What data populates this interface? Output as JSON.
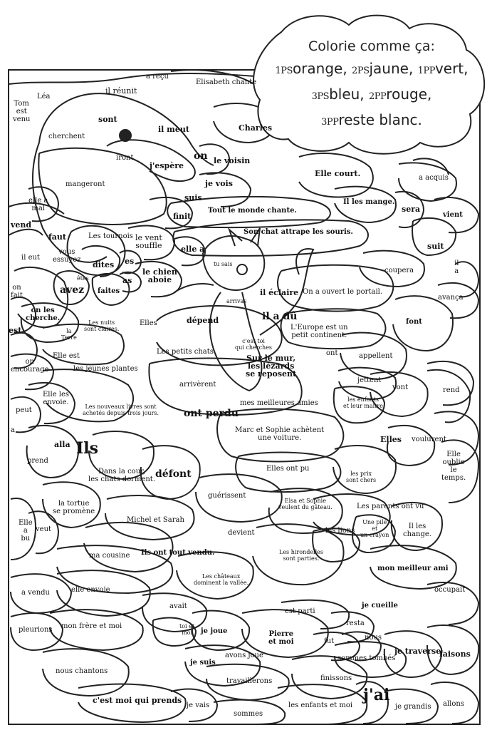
{
  "legend": {
    "instruction": "Colorie comme ça:",
    "rows": [
      [
        {
          "code": "1PS",
          "color": "orange,"
        },
        {
          "code": "2PS",
          "color": "jaune,"
        },
        {
          "code": "1PP",
          "color": "vert,"
        }
      ],
      [
        {
          "code": "3PS",
          "color": "bleu,"
        },
        {
          "code": "2PP",
          "color": "rouge,"
        }
      ],
      [
        {
          "code": "3PP",
          "color": "reste blanc."
        }
      ]
    ]
  },
  "words": {
    "w1": "a reçu",
    "w2": "Elisabeth chante",
    "w3": "il réunit",
    "w4": "Léa",
    "w5": "Tom\nest\nvenu",
    "w6": "sont",
    "w7": "il meut",
    "w8": "Charles",
    "w9": "cherchent",
    "w10": "iront",
    "w11": "j'espère",
    "w12": "on",
    "w13": "le voisin",
    "w14": "mangeront",
    "w15": "je vois",
    "w16": "Elle court.",
    "w17": "a acquis",
    "w18": "elle a\nmal",
    "w19": "suis",
    "w20": "Il les mange.",
    "w21": "sera",
    "w22": "finit",
    "w23": "Tout le monde chante.",
    "w24": "vient",
    "w25": "vend",
    "w26": "faut",
    "w27": "Les tournois",
    "w28": "le vent\nsouffle",
    "w29": "Son chat attrape les souris.",
    "w30": "suit",
    "w31": "il eut",
    "w32": "vous\nessuyez",
    "w33": "dites",
    "w34": "es",
    "w35": "elle a",
    "w36": "tu sais",
    "w37": "coupera",
    "w38": "il\na",
    "w39": "êtes",
    "w40": "le chien\naboie",
    "w41": "on\nfait",
    "w42": "avez",
    "w43": "faites",
    "w44": "as",
    "w45": "il éclaire",
    "w46": "On a ouvert le portail.",
    "w47": "avança",
    "w48": "arrivas",
    "w49": "on les\ncherche.",
    "w50": "Les nuits\nsont claires.",
    "w51": "Elles",
    "w52": "dépend",
    "w53": "il a dû",
    "w54": "font",
    "w55": "est",
    "w56": "la\nTerre",
    "w57": "L'Europe est un\npetit continent.",
    "w58": "c'est toi\nqui cherches",
    "w59": "Elle est",
    "w60": "Les petits chats",
    "w61": "ont",
    "w62": "appellent",
    "w63": "on\nencourage",
    "w64": "les jeunes plantes",
    "w65": "Sur le mur,\nles lézards\nse reposent",
    "w66": "jettent",
    "w67": "arrivèrent",
    "w68": "vont",
    "w69": "rend",
    "w70": "Elle les\nenvoie.",
    "w71": "Les nouveaux livres sont\nachetés depuis trois jours.",
    "w72": "mes meilleures amies",
    "w73": "les enfants\net leur maître",
    "w74": "peut",
    "w75": "ont perdu",
    "w76": "a",
    "w77": "Marc et Sophie achètent\nune voiture.",
    "w78": "Elles",
    "w79": "voulurent",
    "w80": "alla",
    "w81": "Ils",
    "w82": "Elle\noublie\nle\ntemps.",
    "w83": "prend",
    "w84": "Dans la cour,\nles chats dorment.",
    "w85": "défont",
    "w86": "Elles ont pu",
    "w87": "les prix\nsont chers",
    "w88": "guérissent",
    "w89": "la tortue\nse promène",
    "w90": "Elsa et Sophie\nveulent du gâteau.",
    "w91": "Les parents ont vu",
    "w92": "Elle\na\nbu",
    "w93": "veut",
    "w94": "Michel et Sarah",
    "w95": "Une pile\net\nun crayon",
    "w96": "les lions",
    "w97": "Il les\nchange.",
    "w98": "devient",
    "w99": "ma cousine",
    "w100": "Ils ont tout vendu.",
    "w101": "Les hirondelles\nsont parties.",
    "w102": "mon meilleur ami",
    "w103": "Les châteaux\ndominent la vallée.",
    "w104": "a vendu",
    "w105": "elle envoie",
    "w106": "occupait",
    "w107": "avait",
    "w108": "est parti",
    "w109": "je cueille",
    "w110": "pleurions",
    "w111": "mon frère et moi",
    "w112": "toi et\nmoi",
    "w113": "je joue",
    "w114": "resta",
    "w115": "Pierre\net moi",
    "w116": "nous",
    "w117": "fut",
    "w118": "sommes tombés",
    "w119": "je traverse",
    "w120": "faisons",
    "w121": "avons joue",
    "w122": "nous chantons",
    "w123": "je suis",
    "w124": "finissons",
    "w125": "travaillerons",
    "w126": "c'est moi qui prends",
    "w127": "je vais",
    "w128": "j'ai",
    "w129": "les enfants et moi",
    "w130": "je grandis",
    "w131": "allons",
    "w132": "sommes"
  }
}
